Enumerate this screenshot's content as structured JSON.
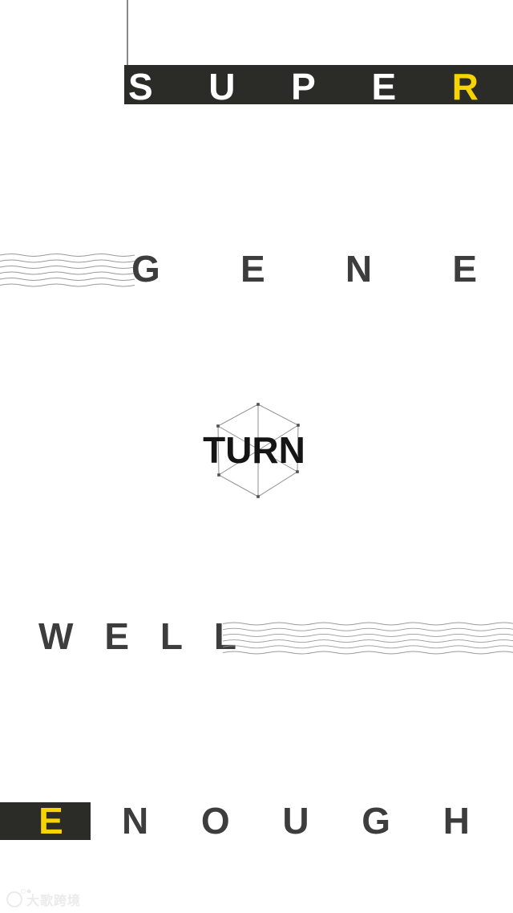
{
  "poster": {
    "words": {
      "super": {
        "letters": [
          "S",
          "U",
          "P",
          "E",
          "R"
        ],
        "highlight_letter": "R",
        "highlight_index": 4
      },
      "gene": {
        "letters": [
          "G",
          "E",
          "N",
          "E"
        ]
      },
      "turn": {
        "text": "TURN"
      },
      "well": {
        "letters": [
          "W",
          "E",
          "L",
          "L"
        ]
      },
      "enough": {
        "highlight_letter": "E",
        "letters": [
          "N",
          "O",
          "U",
          "G",
          "H"
        ]
      }
    },
    "colors": {
      "background": "#ffffff",
      "bar_dark": "#2b2b27",
      "accent_yellow": "#f5d400",
      "letter_dark": "#3d3d3d",
      "letter_black": "#151515",
      "letter_white": "#ffffff",
      "wave_gray": "#9a9a9a",
      "cube_line": "#8f8f8f",
      "cube_dot": "#4f4f4f",
      "watermark_gray": "#ebebeb"
    },
    "watermark": {
      "text": "大歌跨境"
    }
  }
}
